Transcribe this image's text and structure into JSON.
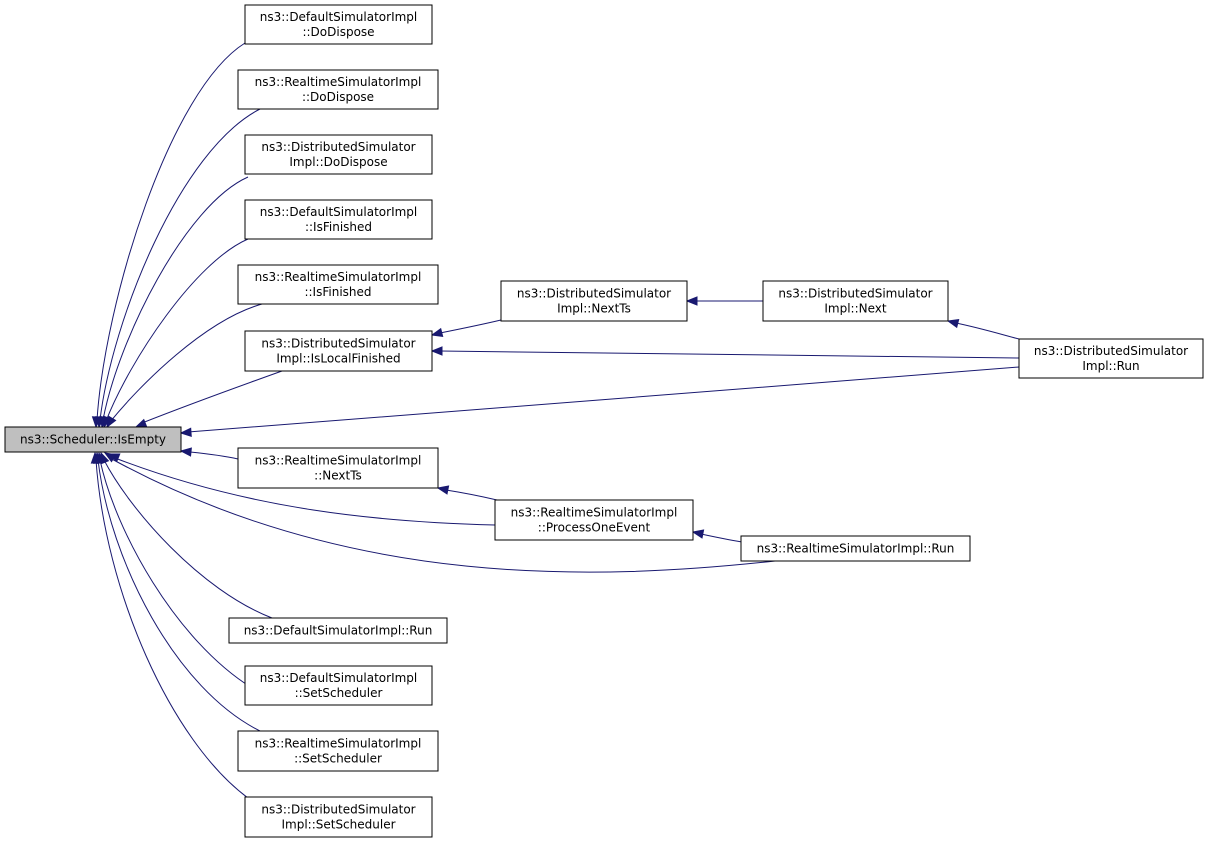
{
  "diagram": {
    "root": {
      "id": "n0",
      "label": [
        "ns3::Scheduler::IsEmpty"
      ]
    },
    "nodes": [
      {
        "id": "n1",
        "label": [
          "ns3::DefaultSimulatorImpl",
          "::DoDispose"
        ]
      },
      {
        "id": "n2",
        "label": [
          "ns3::RealtimeSimulatorImpl",
          "::DoDispose"
        ]
      },
      {
        "id": "n3",
        "label": [
          "ns3::DistributedSimulator",
          "Impl::DoDispose"
        ]
      },
      {
        "id": "n4",
        "label": [
          "ns3::DefaultSimulatorImpl",
          "::IsFinished"
        ]
      },
      {
        "id": "n5",
        "label": [
          "ns3::RealtimeSimulatorImpl",
          "::IsFinished"
        ]
      },
      {
        "id": "n6",
        "label": [
          "ns3::DistributedSimulator",
          "Impl::IsLocalFinished"
        ]
      },
      {
        "id": "n7",
        "label": [
          "ns3::DistributedSimulator",
          "Impl::NextTs"
        ]
      },
      {
        "id": "n8",
        "label": [
          "ns3::DistributedSimulator",
          "Impl::Next"
        ]
      },
      {
        "id": "n9",
        "label": [
          "ns3::DistributedSimulator",
          "Impl::Run"
        ]
      },
      {
        "id": "n10",
        "label": [
          "ns3::RealtimeSimulatorImpl",
          "::NextTs"
        ]
      },
      {
        "id": "n11",
        "label": [
          "ns3::RealtimeSimulatorImpl",
          "::ProcessOneEvent"
        ]
      },
      {
        "id": "n12",
        "label": [
          "ns3::RealtimeSimulatorImpl::Run"
        ]
      },
      {
        "id": "n13",
        "label": [
          "ns3::DefaultSimulatorImpl::Run"
        ]
      },
      {
        "id": "n14",
        "label": [
          "ns3::DefaultSimulatorImpl",
          "::SetScheduler"
        ]
      },
      {
        "id": "n15",
        "label": [
          "ns3::RealtimeSimulatorImpl",
          "::SetScheduler"
        ]
      },
      {
        "id": "n16",
        "label": [
          "ns3::DistributedSimulator",
          "Impl::SetScheduler"
        ]
      }
    ],
    "edges": [
      {
        "from": "n1",
        "to": "n0"
      },
      {
        "from": "n2",
        "to": "n0"
      },
      {
        "from": "n3",
        "to": "n0"
      },
      {
        "from": "n4",
        "to": "n0"
      },
      {
        "from": "n5",
        "to": "n0"
      },
      {
        "from": "n6",
        "to": "n0"
      },
      {
        "from": "n9",
        "to": "n0"
      },
      {
        "from": "n10",
        "to": "n0"
      },
      {
        "from": "n11",
        "to": "n0"
      },
      {
        "from": "n12",
        "to": "n0"
      },
      {
        "from": "n13",
        "to": "n0"
      },
      {
        "from": "n14",
        "to": "n0"
      },
      {
        "from": "n15",
        "to": "n0"
      },
      {
        "from": "n16",
        "to": "n0"
      },
      {
        "from": "n7",
        "to": "n6"
      },
      {
        "from": "n9",
        "to": "n6"
      },
      {
        "from": "n8",
        "to": "n7"
      },
      {
        "from": "n9",
        "to": "n8"
      },
      {
        "from": "n11",
        "to": "n10"
      },
      {
        "from": "n12",
        "to": "n11"
      }
    ],
    "colors": {
      "edge": "#191970",
      "root_fill": "#bfbfbf",
      "node_fill": "#ffffff",
      "node_stroke": "#000000"
    }
  }
}
